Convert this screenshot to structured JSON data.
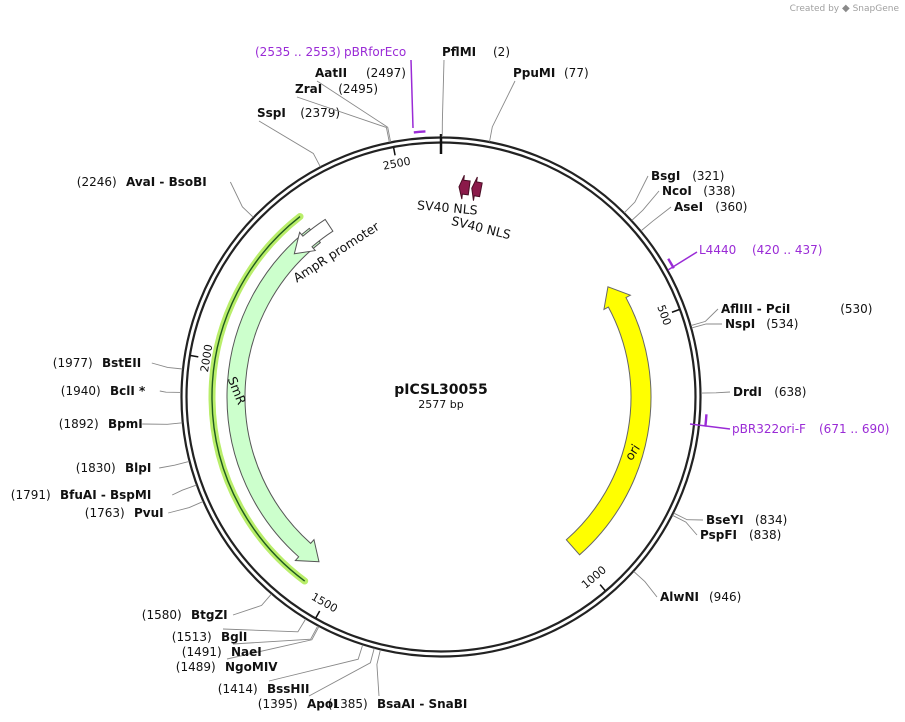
{
  "credit": {
    "prefix": "Created by",
    "brand": "SnapGene"
  },
  "plasmid": {
    "name": "pICSL30055",
    "length_label": "2577 bp",
    "length": 2577
  },
  "ticks": [
    {
      "label": "500",
      "pos": 500
    },
    {
      "label": "1000",
      "pos": 1000
    },
    {
      "label": "1500",
      "pos": 1500
    },
    {
      "label": "2000",
      "pos": 2000
    },
    {
      "label": "2500",
      "pos": 2500
    }
  ],
  "sites": [
    {
      "name": "PflMI",
      "pos_label": "(2)",
      "pos": 2
    },
    {
      "name": "PpuMI",
      "pos_label": "(77)",
      "pos": 77
    },
    {
      "name": "BsgI",
      "pos_label": "(321)",
      "pos": 321
    },
    {
      "name": "NcoI",
      "pos_label": "(338)",
      "pos": 338
    },
    {
      "name": "AseI",
      "pos_label": "(360)",
      "pos": 360
    },
    {
      "name": "AflIII  - PciI",
      "pos_label": "(530)",
      "pos": 530
    },
    {
      "name": "NspI",
      "pos_label": "(534)",
      "pos": 534
    },
    {
      "name": "DrdI",
      "pos_label": "(638)",
      "pos": 638
    },
    {
      "name": "BseYI",
      "pos_label": "(834)",
      "pos": 834
    },
    {
      "name": "PspFI",
      "pos_label": "(838)",
      "pos": 838
    },
    {
      "name": "AlwNI",
      "pos_label": "(946)",
      "pos": 946
    },
    {
      "name": "BsaAI  - SnaBI",
      "pos_label": "(1385)",
      "pos": 1385
    },
    {
      "name": "ApoI",
      "pos_label": "(1395)",
      "pos": 1395
    },
    {
      "name": "BssHII",
      "pos_label": "(1414)",
      "pos": 1414
    },
    {
      "name": "NgoMIV",
      "pos_label": "(1489)",
      "pos": 1489
    },
    {
      "name": "NaeI",
      "pos_label": "(1491)",
      "pos": 1491
    },
    {
      "name": "BglI",
      "pos_label": "(1513)",
      "pos": 1513
    },
    {
      "name": "BtgZI",
      "pos_label": "(1580)",
      "pos": 1580
    },
    {
      "name": "PvuI",
      "pos_label": "(1763)",
      "pos": 1763
    },
    {
      "name": "BfuAI  - BspMI",
      "pos_label": "(1791)",
      "pos": 1791
    },
    {
      "name": "BlpI",
      "pos_label": "(1830)",
      "pos": 1830
    },
    {
      "name": "BpmI",
      "pos_label": "(1892)",
      "pos": 1892
    },
    {
      "name": "BclI *",
      "pos_label": "(1940)",
      "pos": 1940
    },
    {
      "name": "BstEII",
      "pos_label": "(1977)",
      "pos": 1977
    },
    {
      "name": "AvaI  - BsoBI",
      "pos_label": "(2246)",
      "pos": 2246
    },
    {
      "name": "SspI",
      "pos_label": "(2379)",
      "pos": 2379
    },
    {
      "name": "ZraI",
      "pos_label": "(2495)",
      "pos": 2495
    },
    {
      "name": "AatII",
      "pos_label": "(2497)",
      "pos": 2497
    }
  ],
  "primers": [
    {
      "name": "pBRforEco",
      "range_label": "(2535 .. 2553)",
      "start": 2535,
      "end": 2553
    },
    {
      "name": "L4440",
      "range_label": "(420 .. 437)",
      "start": 420,
      "end": 437
    },
    {
      "name": "pBR322ori-F",
      "range_label": "(671 .. 690)",
      "start": 671,
      "end": 690
    }
  ],
  "features": [
    {
      "name": "ori",
      "color": "#ffff00",
      "start": 993,
      "end": 405,
      "direction": "reverse"
    },
    {
      "name": "SmR",
      "color": "#ccffcc",
      "start": 2305,
      "end": 1550,
      "direction": "reverse"
    },
    {
      "name": "AmpR promoter",
      "color": "#ffffff",
      "start": 2250,
      "end": 2340,
      "direction": "reverse"
    },
    {
      "name": "SV40 NLS",
      "color": "#8b1a4a",
      "start": 60,
      "end": 78,
      "direction": "reverse"
    },
    {
      "name": "SV40 NLS",
      "color": "#8b1a4a",
      "start": 35,
      "end": 55,
      "direction": "reverse"
    }
  ],
  "colors": {
    "primer": "#9a2bd6",
    "backbone": "#222222",
    "smr_highlight": "#b9ee6a"
  }
}
